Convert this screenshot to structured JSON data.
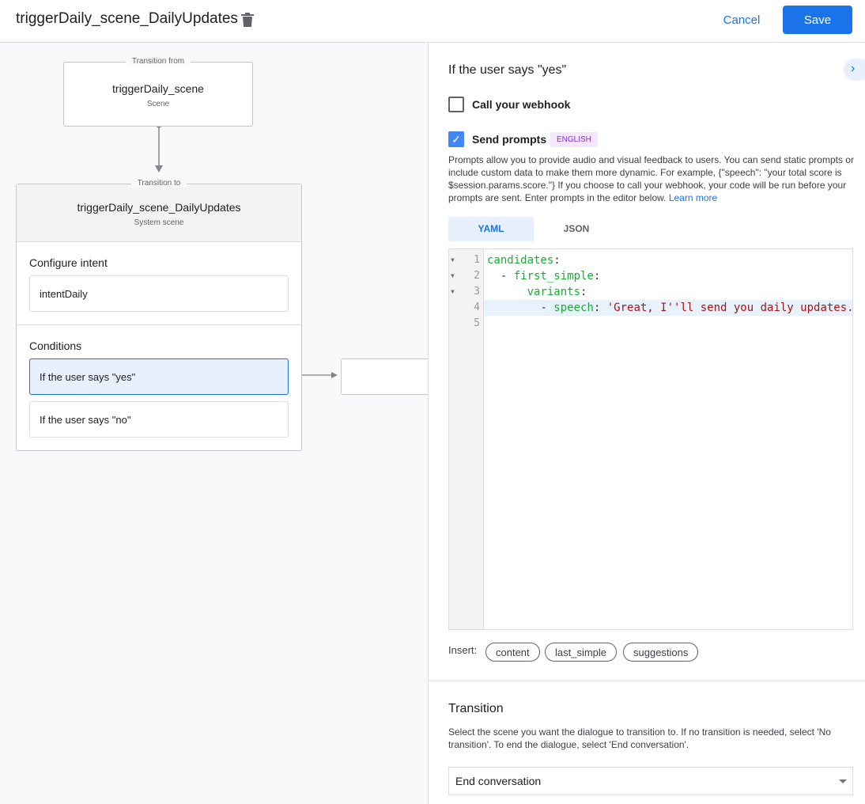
{
  "header": {
    "title": "triggerDaily_scene_DailyUpdates",
    "cancel_label": "Cancel",
    "save_label": "Save"
  },
  "canvas": {
    "from": {
      "legend": "Transition from",
      "name": "triggerDaily_scene",
      "type": "Scene"
    },
    "to": {
      "legend": "Transition to",
      "name": "triggerDaily_scene_DailyUpdates",
      "type": "System scene",
      "intent_section": "Configure intent",
      "intent": "intentDaily",
      "conditions_section": "Conditions",
      "conditions": [
        "If the user says \"yes\"",
        "If the user says \"no\""
      ]
    }
  },
  "panel": {
    "title": "If the user says \"yes\"",
    "webhook": {
      "label": "Call your webhook",
      "checked": false
    },
    "prompts": {
      "label": "Send prompts",
      "checked": true,
      "badge": "ENGLISH",
      "description": "Prompts allow you to provide audio and visual feedback to users. You can send static prompts or include custom data to make them more dynamic. For example, {\"speech\": \"your total score is $session.params.score.\"} If you choose to call your webhook, your code will be run before your prompts are sent. Enter prompts in the editor below. ",
      "learn_more": "Learn more"
    },
    "tabs": [
      {
        "label": "YAML",
        "active": true
      },
      {
        "label": "JSON",
        "active": false
      }
    ],
    "code": [
      {
        "n": "1",
        "indent": "",
        "dash": "",
        "key": "candidates",
        "str": ""
      },
      {
        "n": "2",
        "indent": "  ",
        "dash": "- ",
        "key": "first_simple",
        "str": ""
      },
      {
        "n": "3",
        "indent": "      ",
        "dash": "",
        "key": "variants",
        "str": ""
      },
      {
        "n": "4",
        "indent": "        ",
        "dash": "- ",
        "key": "speech",
        "str": "'Great, I''ll send you daily updates."
      },
      {
        "n": "5",
        "indent": "",
        "dash": "",
        "key": "",
        "str": ""
      }
    ],
    "insert_label": "Insert:",
    "insert_chips": [
      "content",
      "last_simple",
      "suggestions"
    ],
    "transition": {
      "title": "Transition",
      "description": "Select the scene you want the dialogue to transition to. If no transition is needed, select 'No transition'. To end the dialogue, select 'End conversation'.",
      "selected": "End conversation"
    }
  },
  "colors": {
    "accent": "#1a73e8",
    "selected_condition": "#e8f0fe",
    "badge": "#8430ce",
    "yaml_key": "#22a83a",
    "yaml_string": "#a31515"
  }
}
